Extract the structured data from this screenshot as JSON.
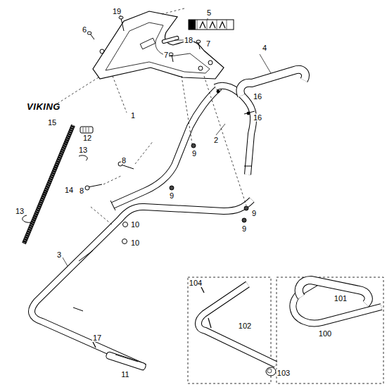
{
  "diagram": {
    "labels": [
      "19",
      "18",
      "5",
      "6",
      "7",
      "7",
      "4",
      "16",
      "16",
      "1",
      "15",
      "VIKING",
      "12",
      "13",
      "9",
      "2",
      "14",
      "8",
      "8",
      "9",
      "9",
      "9",
      "10",
      "10",
      "3",
      "13",
      "17",
      "11",
      "104",
      "102",
      "103",
      "101",
      "100"
    ]
  }
}
